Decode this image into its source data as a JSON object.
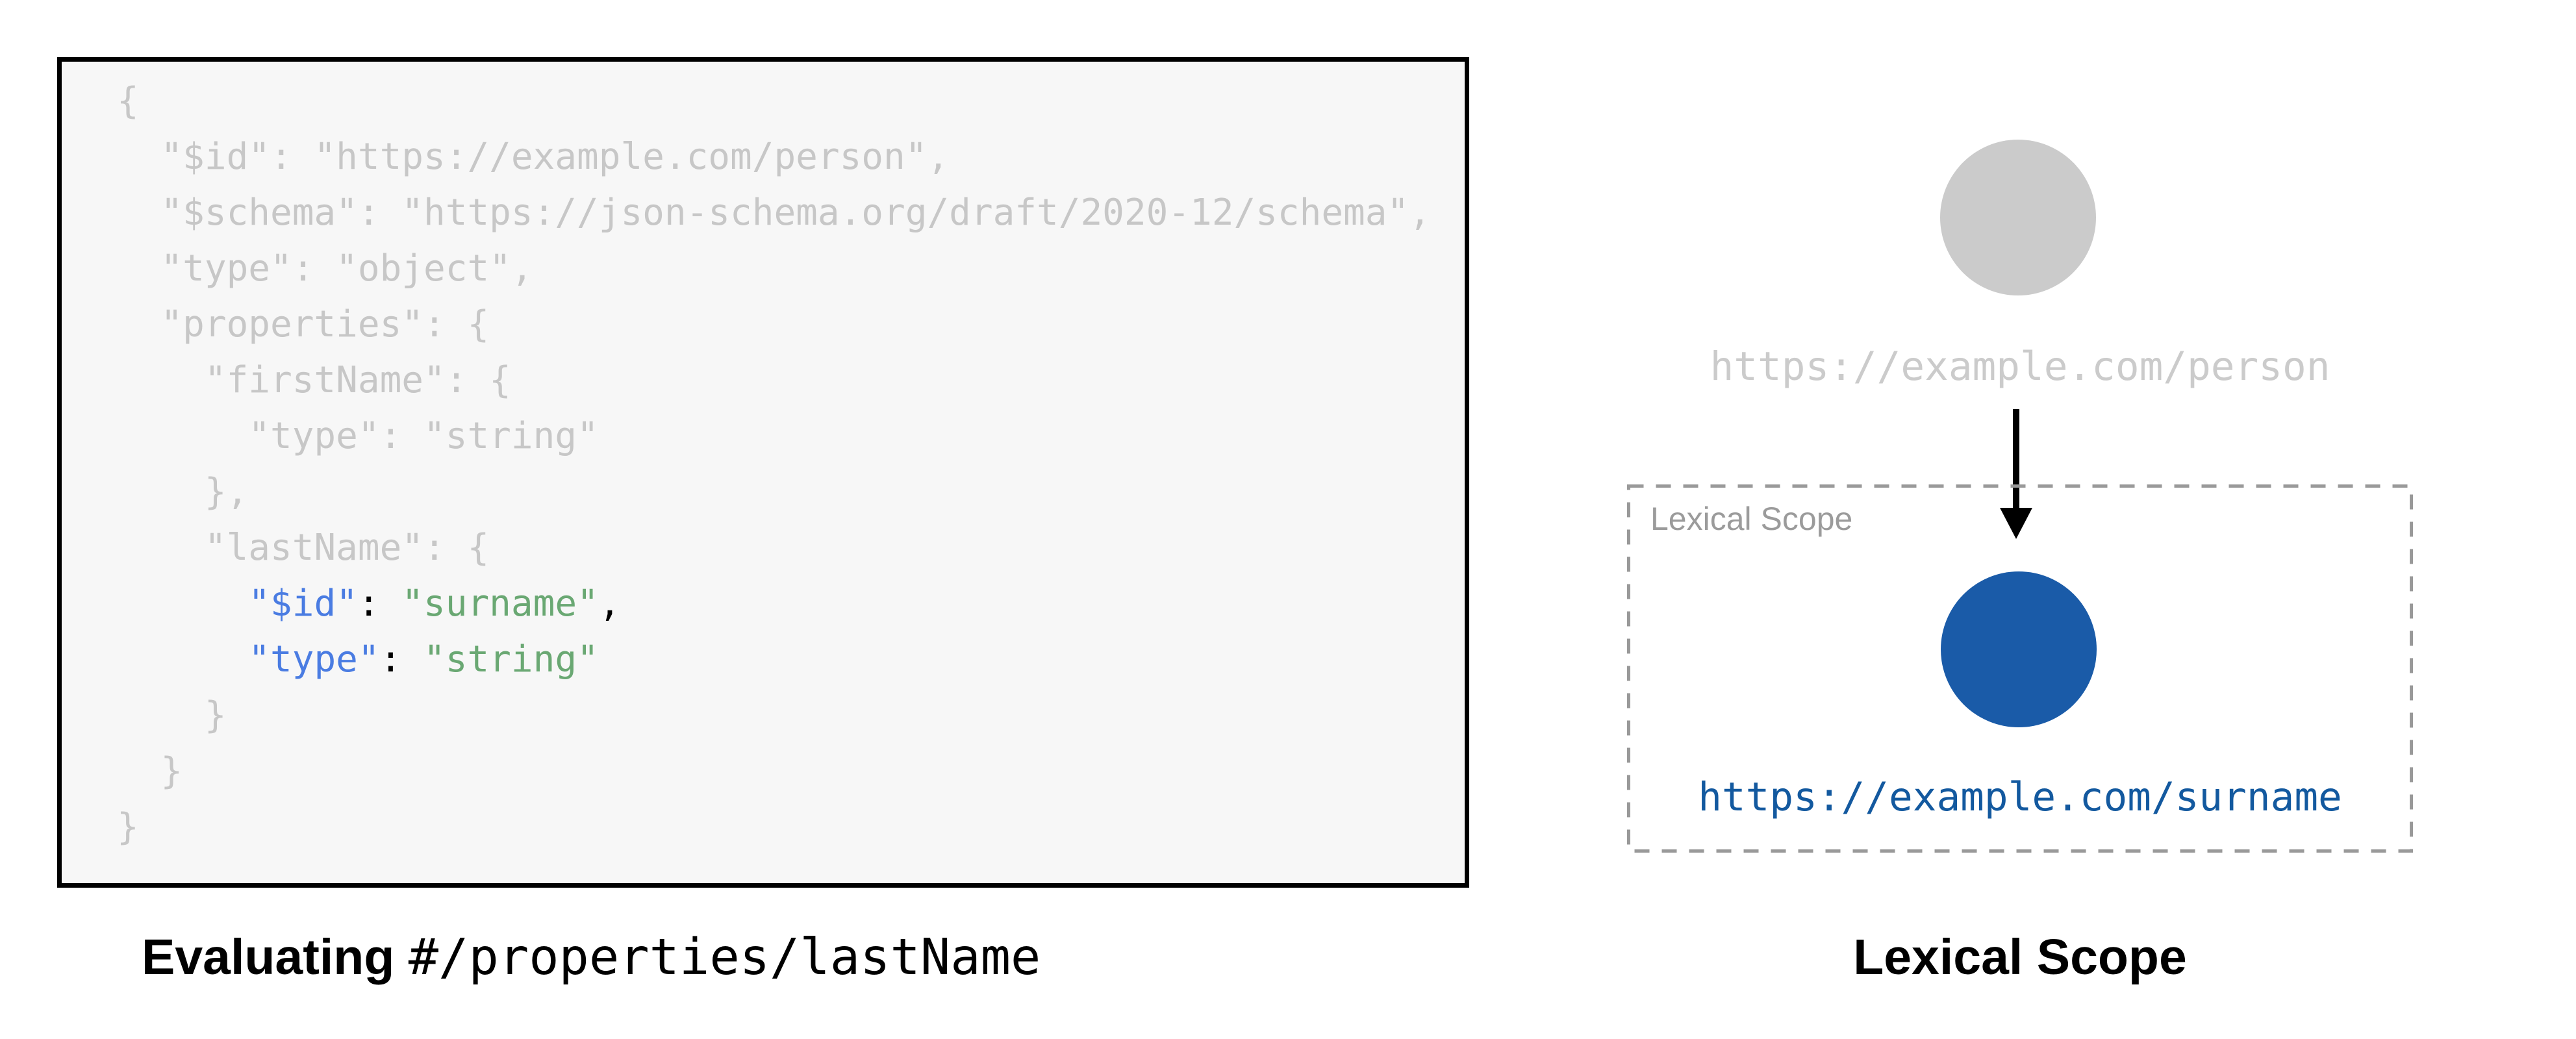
{
  "colors": {
    "page_background": "#ffffff",
    "code_panel_background": "#f7f7f7",
    "code_panel_border": "#000000",
    "code_dimmed": "#c7c7c7",
    "code_key_blue": "#4a7ce2",
    "code_string_green": "#6aa873",
    "code_punctuation": "#000000",
    "gray_circle": "#cbcbcb",
    "gray_uri_label": "#cbcbcb",
    "dashed_box_stroke": "#999999",
    "scope_inner_label": "#9b9b9b",
    "blue_circle": "#1a5ba8",
    "blue_uri_label": "#13599f",
    "arrow": "#000000"
  },
  "code_panel": {
    "lines": [
      [
        {
          "t": "{",
          "c": "dim"
        }
      ],
      [
        {
          "t": "  \"$id\": \"https://example.com/person\",",
          "c": "dim"
        }
      ],
      [
        {
          "t": "  \"$schema\": \"https://json-schema.org/draft/2020-12/schema\",",
          "c": "dim"
        }
      ],
      [
        {
          "t": "  \"type\": \"object\",",
          "c": "dim"
        }
      ],
      [
        {
          "t": "  \"properties\": {",
          "c": "dim"
        }
      ],
      [
        {
          "t": "    \"firstName\": {",
          "c": "dim"
        }
      ],
      [
        {
          "t": "      \"type\": \"string\"",
          "c": "dim"
        }
      ],
      [
        {
          "t": "    },",
          "c": "dim"
        }
      ],
      [
        {
          "t": "    \"lastName\": {",
          "c": "dim"
        }
      ],
      [
        {
          "t": "      ",
          "c": "dim"
        },
        {
          "t": "\"$id\"",
          "c": "key"
        },
        {
          "t": ": ",
          "c": "punct"
        },
        {
          "t": "\"surname\"",
          "c": "str"
        },
        {
          "t": ",",
          "c": "punct"
        }
      ],
      [
        {
          "t": "      ",
          "c": "dim"
        },
        {
          "t": "\"type\"",
          "c": "key"
        },
        {
          "t": ": ",
          "c": "punct"
        },
        {
          "t": "\"string\"",
          "c": "str"
        }
      ],
      [
        {
          "t": "    }",
          "c": "dim"
        }
      ],
      [
        {
          "t": "  }",
          "c": "dim"
        }
      ],
      [
        {
          "t": "}",
          "c": "dim"
        }
      ]
    ],
    "caption_bold": "Evaluating ",
    "caption_pointer": "#/properties/lastName"
  },
  "scope_diagram": {
    "parent_uri": "https://example.com/person",
    "scope_box_label": "Lexical Scope",
    "child_uri": "https://example.com/surname",
    "caption": "Lexical Scope"
  }
}
